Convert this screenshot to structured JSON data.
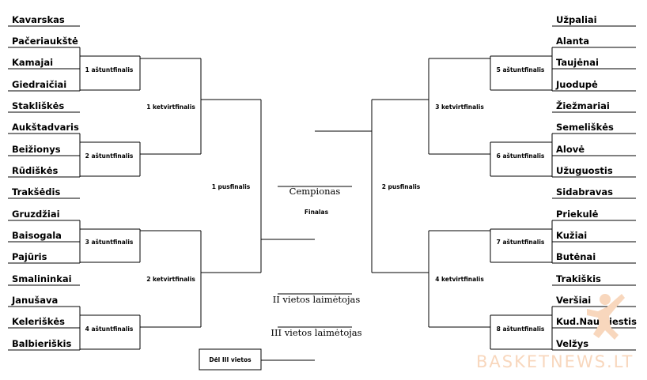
{
  "left_teams": [
    "Kavarskas",
    "Pačeriaukštė",
    "Kamajai",
    "Giedraičiai",
    "Stakliškės",
    "Aukštadvaris",
    "Beižionys",
    "Rūdiškės",
    "Trakšėdis",
    "Gruzdžiai",
    "Baisogala",
    "Pajūris",
    "Smalininkai",
    "Janušava",
    "Keleriškės",
    "Balbieriškis"
  ],
  "right_teams": [
    "Užpaliai",
    "Alanta",
    "Taujėnai",
    "Juodupė",
    "Žiežmariai",
    "Semeliškės",
    "Alovė",
    "Užuguostis",
    "Sidabravas",
    "Priekulė",
    "Kužiai",
    "Butėnai",
    "Trakiškis",
    "Veršiai",
    "Kud.Naumiestis",
    "Velžys"
  ],
  "rounds": {
    "r16_left": [
      "1 aštuntfinalis",
      "2 aštuntfinalis",
      "3 aštuntfinalis",
      "4 aštuntfinalis"
    ],
    "r16_right": [
      "5 aštuntfinalis",
      "6 aštuntfinalis",
      "7 aštuntfinalis",
      "8 aštuntfinalis"
    ],
    "qf_left": [
      "1 ketvirtfinalis",
      "2 ketvirtfinalis"
    ],
    "qf_right": [
      "3 ketvirtfinalis",
      "4 ketvirtfinalis"
    ],
    "sf_left": "1 pusfinalis",
    "sf_right": "2 pusfinalis"
  },
  "center": {
    "champion": "Čempionas",
    "final": "Finalas",
    "second_place": "II vietos laimėtojas",
    "third_place": "III vietos laimėtojas",
    "third_place_game": "Dėl III vietos"
  },
  "logo": {
    "text": "BASKETNEWS.LT",
    "color": "#f8d7bd"
  }
}
